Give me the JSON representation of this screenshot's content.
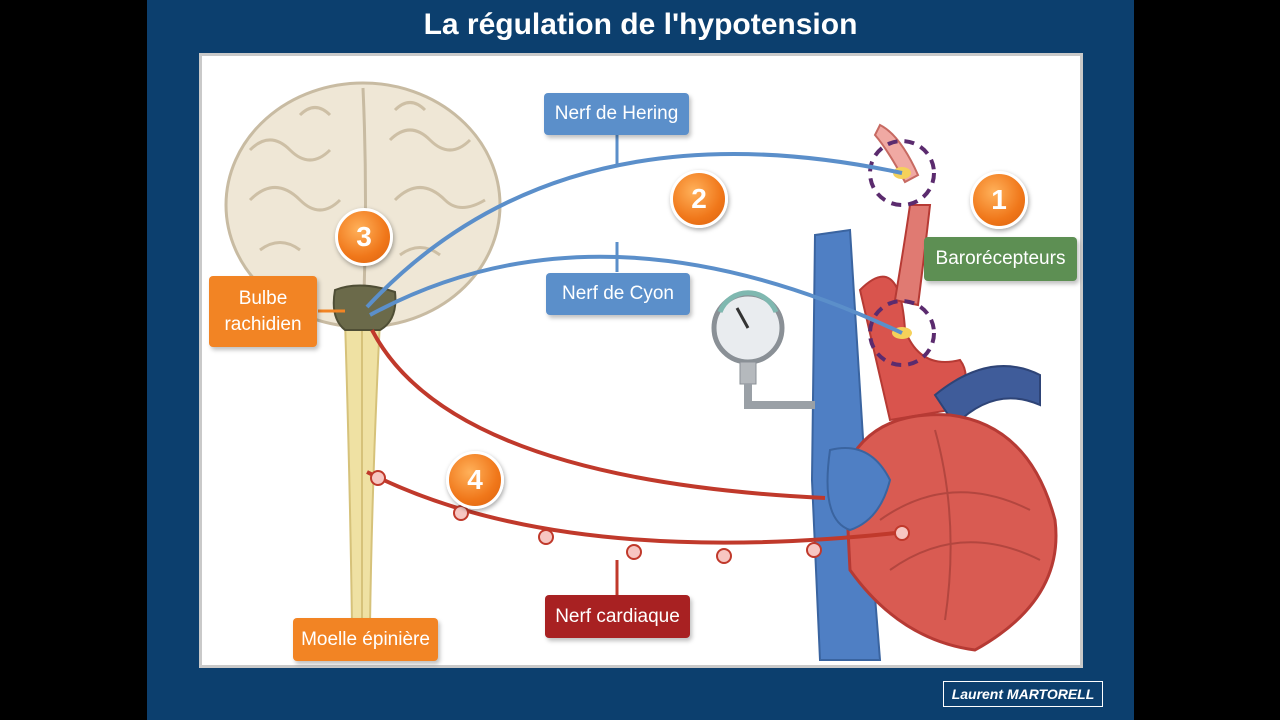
{
  "title": "La régulation de l'hypotension",
  "labels": {
    "nerf_hering": "Nerf de Hering",
    "nerf_cyon": "Nerf de Cyon",
    "barorecepteurs": "Barorécepteurs",
    "bulbe_line1": "Bulbe",
    "bulbe_line2": "rachidien",
    "moelle": "Moelle épinière",
    "nerf_cardiaque": "Nerf cardiaque"
  },
  "steps": [
    "1",
    "2",
    "3",
    "4"
  ],
  "credit": "Laurent MARTORELL",
  "colors": {
    "background": "#0c3f6e",
    "afferent_nerve": "#5b8fca",
    "efferent_nerve": "#c0392b",
    "step_badge": "#f28424",
    "label_green": "#5d8f53",
    "label_red": "#a82122"
  }
}
